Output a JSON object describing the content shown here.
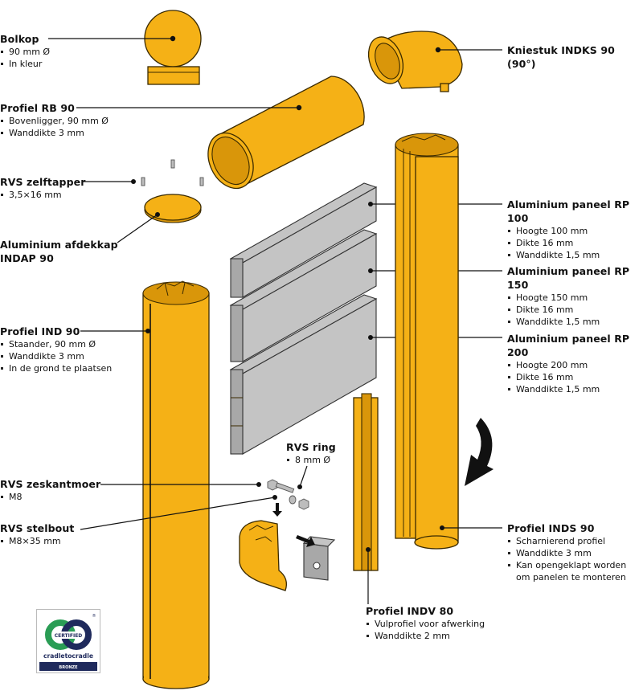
{
  "colors": {
    "yellow": "#f5b116",
    "yellow_dark": "#d9960a",
    "outline": "#3a2a00",
    "aluminium": "#c4c4c4",
    "aluminium_dark": "#9a9a9a",
    "leader": "#111111",
    "c2c_green": "#2a9d55",
    "c2c_navy": "#1f2a5c"
  },
  "labels": {
    "bolkop": {
      "title": "Bolkop",
      "bullets": [
        "90 mm Ø",
        "In kleur"
      ]
    },
    "rb90": {
      "title": "Profiel RB 90",
      "bullets": [
        "Bovenligger, 90 mm Ø",
        "Wanddikte 3 mm"
      ]
    },
    "zelftapper": {
      "title": "RVS zelftapper",
      "bullets": [
        "3,5×16 mm"
      ]
    },
    "afdekkap": {
      "title_line1": "Aluminium afdekkap",
      "title_line2": "INDAP 90"
    },
    "ind90": {
      "title": "Profiel IND 90",
      "bullets": [
        "Staander, 90 mm Ø",
        "Wanddikte 3 mm",
        "In de grond te plaatsen"
      ]
    },
    "zeskantmoer": {
      "title": "RVS zeskantmoer",
      "bullets": [
        "M8"
      ]
    },
    "stelbout": {
      "title": "RVS stelbout",
      "bullets": [
        "M8×35 mm"
      ]
    },
    "ring": {
      "title": "RVS ring",
      "bullets": [
        "8 mm Ø"
      ]
    },
    "kniestuk": {
      "title": "Kniestuk INDKS 90 (90°)"
    },
    "rp100": {
      "title": "Aluminium paneel RP 100",
      "bullets": [
        "Hoogte 100 mm",
        "Dikte 16 mm",
        "Wanddikte 1,5 mm"
      ]
    },
    "rp150": {
      "title": "Aluminium paneel RP 150",
      "bullets": [
        "Hoogte 150 mm",
        "Dikte 16 mm",
        "Wanddikte 1,5 mm"
      ]
    },
    "rp200": {
      "title": "Aluminium paneel RP 200",
      "bullets": [
        "Hoogte 200 mm",
        "Dikte 16 mm",
        "Wanddikte 1,5 mm"
      ]
    },
    "inds90": {
      "title": "Profiel INDS 90",
      "bullets": [
        "Scharnierend profiel",
        "Wanddikte 3 mm",
        "Kan opengeklapt worden"
      ],
      "continuation": "om panelen te monteren"
    },
    "indv80": {
      "title": "Profiel INDV 80",
      "bullets": [
        "Vulprofiel voor afwerking",
        "Wanddikte 2 mm"
      ]
    }
  },
  "certification": {
    "badge_text": "CERTIFIED",
    "brand": "cradletocradle",
    "level": "BRONZE",
    "registered_mark": "®"
  }
}
